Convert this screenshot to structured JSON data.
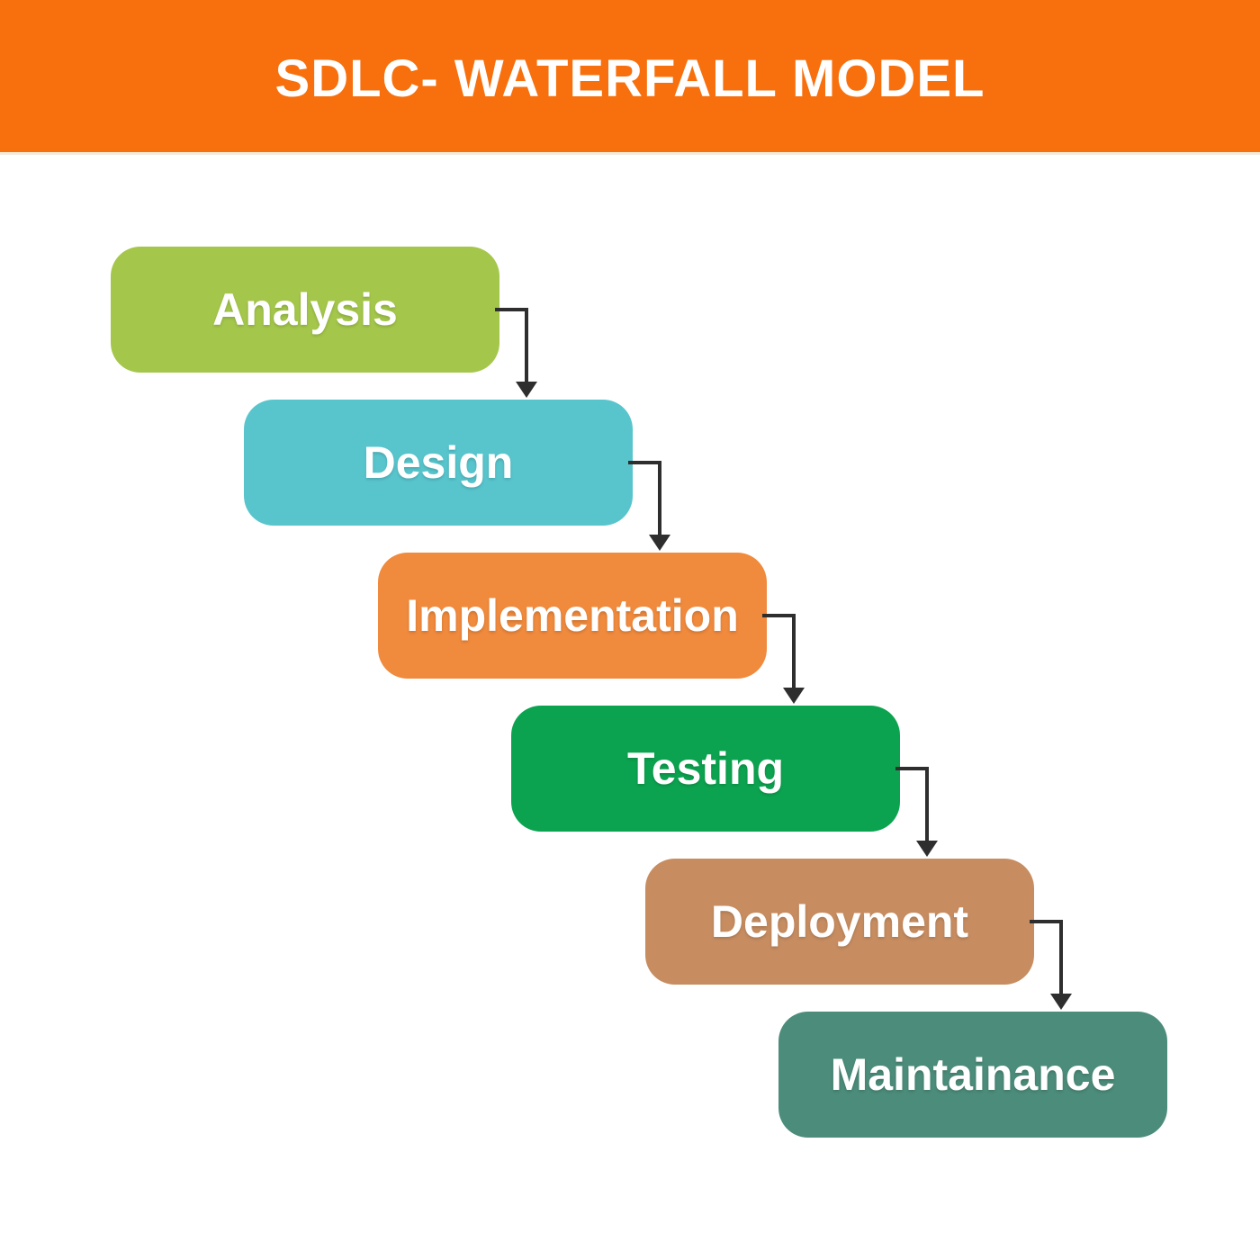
{
  "header": {
    "title": "SDLC- WATERFALL MODEL",
    "background_color": "#F7700D",
    "text_color": "#FFFFFF"
  },
  "diagram": {
    "type": "waterfall-flowchart",
    "arrow_color": "#2E2E2E",
    "stages": [
      {
        "label": "Analysis",
        "color": "#A4C74B"
      },
      {
        "label": "Design",
        "color": "#58C5CD"
      },
      {
        "label": "Implementation",
        "color": "#F08A3D"
      },
      {
        "label": "Testing",
        "color": "#0CA350"
      },
      {
        "label": "Deployment",
        "color": "#C78D61"
      },
      {
        "label": "Maintainance",
        "color": "#4C8C7A"
      }
    ]
  }
}
